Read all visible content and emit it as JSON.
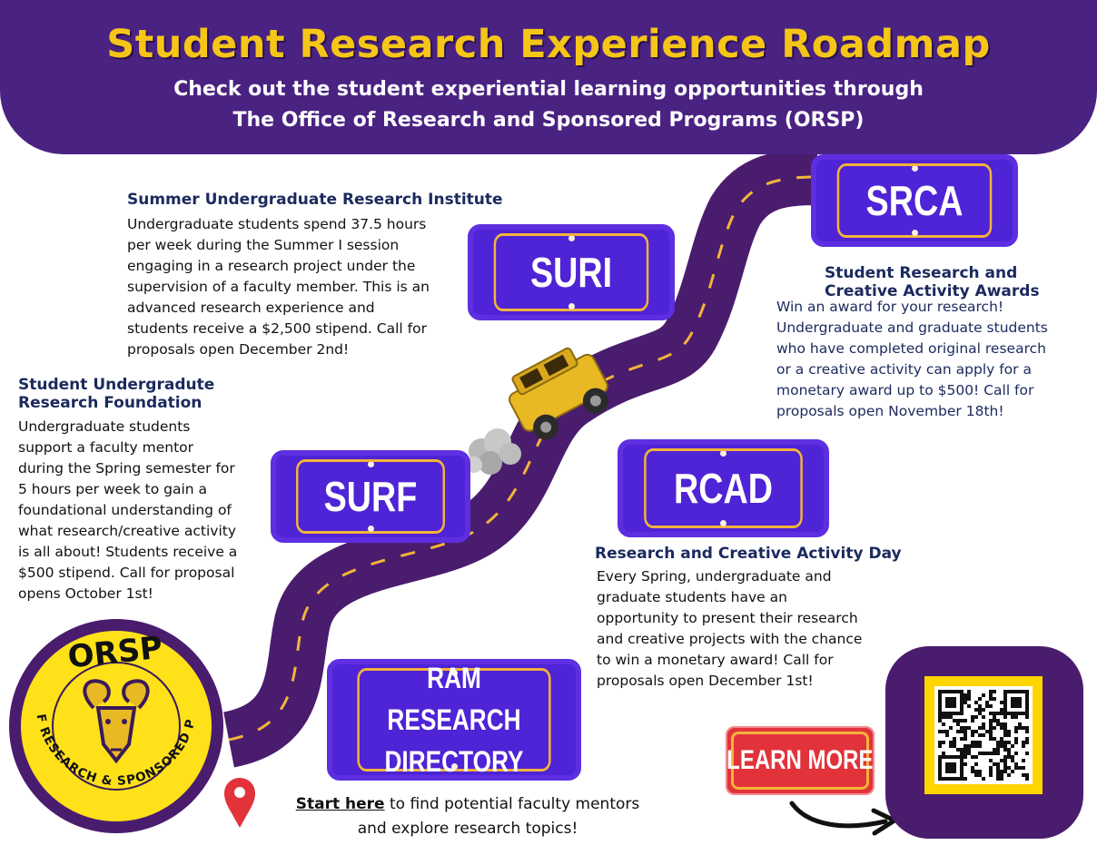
{
  "header": {
    "title": "Student Research Experience Roadmap",
    "subtitle_line1": "Check out the student experiential learning opportunities through",
    "subtitle_line2": "The Office of Research and Sponsored Programs (ORSP)"
  },
  "signs": {
    "suri": "SURI",
    "srca": "SRCA",
    "surf": "SURF",
    "rcad": "RCAD",
    "ram_line1": "RAM RESEARCH",
    "ram_line2": "DIRECTORY",
    "learn_more": "LEARN MORE"
  },
  "suri": {
    "heading": "Summer Undergraduate Research Institute",
    "lines": [
      "Undergraduate students spend 37.5 hours",
      "per week during the Summer I session",
      "engaging in a research project under the",
      "supervision of a faculty member. This is an",
      "advanced research experience and",
      "students receive a $2,500 stipend. Call for",
      "proposals open December 2nd!"
    ]
  },
  "srca": {
    "heading_line1": "Student Research and",
    "heading_line2": "Creative Activity Awards",
    "lines": [
      "Win an award for your research!",
      "Undergraduate and graduate students",
      "who have completed original research",
      "or a creative activity can apply for a",
      "monetary award up to $500! Call for",
      "proposals open November 18th!"
    ]
  },
  "surf": {
    "heading_line1": "Student Undergradute",
    "heading_line2": "Research Foundation",
    "lines": [
      "Undergraduate students",
      "support a faculty mentor",
      "during the Spring semester for",
      "5 hours per week to gain a",
      "foundational understanding of",
      "what research/creative activity",
      "is all about! Students receive a",
      "$500 stipend. Call for proposal",
      "opens October 1st!"
    ]
  },
  "rcad": {
    "heading": "Research and Creative Activity Day",
    "lines": [
      "Every Spring, undergraduate and",
      "graduate students have an",
      "opportunity to present their research",
      "and creative projects with the chance",
      "to win a monetary award!  Call for",
      "proposals open December 1st!"
    ]
  },
  "start": {
    "link": "Start here",
    "rest_line1": " to find potential faculty mentors",
    "line2": "and explore research topics!"
  },
  "logo": {
    "top_text": "ORSP",
    "ring_text": "OFFICE OF RESEARCH & SPONSORED PROGRAMS"
  },
  "colors": {
    "header_purple": "#4a2282",
    "title_gold": "#f5c518",
    "sign_purple": "#4f23d6",
    "sign_border_gold": "#f2b43a",
    "road_purple": "#4a1c6e",
    "road_dash": "#f2b43a",
    "heading_navy": "#1b2a5e",
    "learn_red": "#e2323a",
    "qr_yellow": "#ffd500",
    "pin_red": "#e2323a",
    "jeep_yellow": "#e8b923"
  },
  "icons": {
    "pin": "map-pin-icon",
    "arrow": "curved-arrow-icon",
    "car": "jeep-icon",
    "qr": "qr-code",
    "ram": "ram-head-icon"
  }
}
